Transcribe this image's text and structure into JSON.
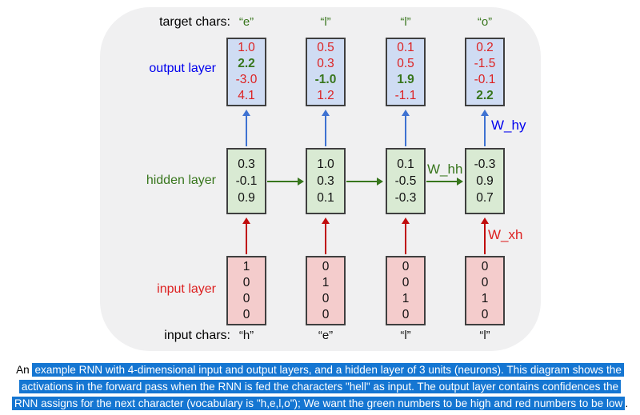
{
  "colors": {
    "panel_bg": "#f0f0f1",
    "output_box_fill": "#cfdcf3",
    "hidden_box_fill": "#d9ead3",
    "input_box_fill": "#f4cccc",
    "box_border": "#3f3f3f",
    "red_text": "#dd2121",
    "green_text": "#38761d",
    "blue_label": "#0000ee",
    "blue_arrow": "#3e72d2",
    "red_arrow": "#c00c0c",
    "green_arrow": "#38761d",
    "caption_highlight": "#1576d2"
  },
  "diagram": {
    "row_labels": {
      "target_chars": "target chars:",
      "output_layer": "output layer",
      "hidden_layer": "hidden layer",
      "input_layer": "input layer",
      "input_chars": "input chars:"
    },
    "weight_labels": {
      "w_hy": "W_hy",
      "w_hh": "W_hh",
      "w_xh": "W_xh"
    },
    "target_chars": [
      "“e”",
      "“l”",
      "“l”",
      "“o”"
    ],
    "input_chars": [
      "“h”",
      "“e”",
      "“l”",
      "“l”"
    ],
    "output_boxes": [
      {
        "values": [
          "1.0",
          "2.2",
          "-3.0",
          "4.1"
        ],
        "colors": [
          "red",
          "green",
          "red",
          "red"
        ]
      },
      {
        "values": [
          "0.5",
          "0.3",
          "-1.0",
          "1.2"
        ],
        "colors": [
          "red",
          "red",
          "green",
          "red"
        ]
      },
      {
        "values": [
          "0.1",
          "0.5",
          "1.9",
          "-1.1"
        ],
        "colors": [
          "red",
          "red",
          "green",
          "red"
        ]
      },
      {
        "values": [
          "0.2",
          "-1.5",
          "-0.1",
          "2.2"
        ],
        "colors": [
          "red",
          "red",
          "red",
          "green"
        ]
      }
    ],
    "hidden_boxes": [
      {
        "values": [
          "0.3",
          "-0.1",
          "0.9"
        ]
      },
      {
        "values": [
          "1.0",
          "0.3",
          "0.1"
        ]
      },
      {
        "values": [
          "0.1",
          "-0.5",
          "-0.3"
        ]
      },
      {
        "values": [
          "-0.3",
          "0.9",
          "0.7"
        ]
      }
    ],
    "input_boxes": [
      {
        "values": [
          "1",
          "0",
          "0",
          "0"
        ]
      },
      {
        "values": [
          "0",
          "1",
          "0",
          "0"
        ]
      },
      {
        "values": [
          "0",
          "0",
          "1",
          "0"
        ]
      },
      {
        "values": [
          "0",
          "0",
          "1",
          "0"
        ]
      }
    ]
  },
  "caption": {
    "lines": [
      {
        "pre": "An ",
        "highlight": "example RNN with 4-dimensional input and output layers, and a hidden layer of 3 units (neurons). This diagram shows the",
        "post": ""
      },
      {
        "pre": "",
        "highlight": "activations in the forward pass when the RNN is fed the characters \"hell\" as input. The output layer contains confidences the",
        "post": ""
      },
      {
        "pre": "",
        "highlight": "RNN assigns for the next character (vocabulary is \"h,e,l,o\"); We want the green numbers to be high and red numbers to be low",
        "post": "."
      }
    ]
  }
}
